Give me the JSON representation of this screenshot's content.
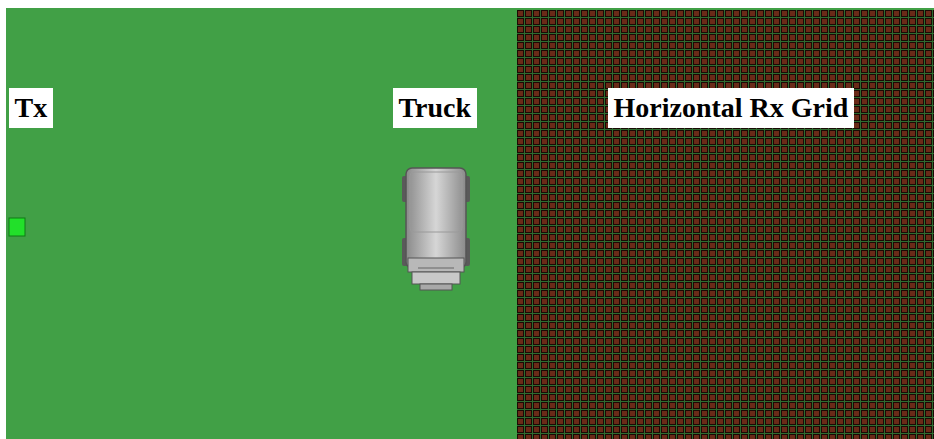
{
  "diagram": {
    "nodes": [
      {
        "text": [
          "Tx"
        ]
      },
      {
        "text": [
          "Truck"
        ]
      },
      {
        "text": [
          "Horizontal Rx Grid"
        ]
      }
    ]
  }
}
